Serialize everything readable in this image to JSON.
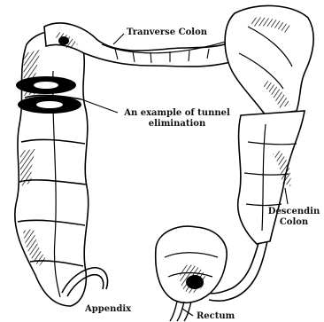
{
  "labels": {
    "transverse_colon": "Tranverse Colon",
    "tunnel_line1": "An example of tunnel",
    "tunnel_line2": "elimination",
    "descending_line1": "Descendin",
    "descending_line2": "Colon",
    "appendix": "Appendix",
    "rectum": "Rectum"
  }
}
